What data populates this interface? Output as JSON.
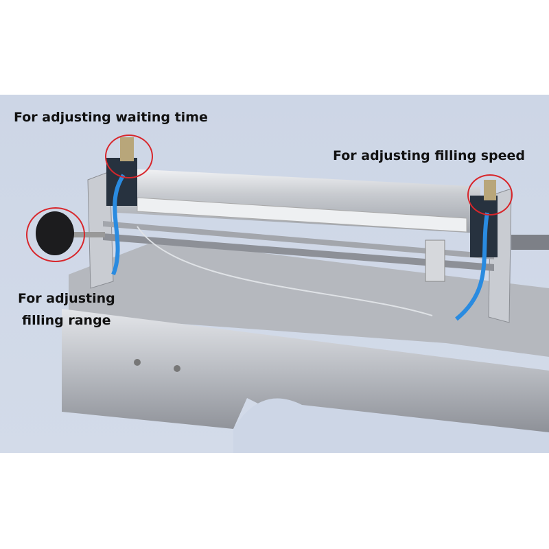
{
  "labels": {
    "waiting_time": "For adjusting waiting time",
    "filling_speed": "For adjusting filling speed",
    "filling_range_line1": "For adjusting",
    "filling_range_line2": "filling range"
  },
  "colors": {
    "highlight": "#d8262b",
    "background": "#cfd8e8",
    "tube": "#2a8be0"
  }
}
